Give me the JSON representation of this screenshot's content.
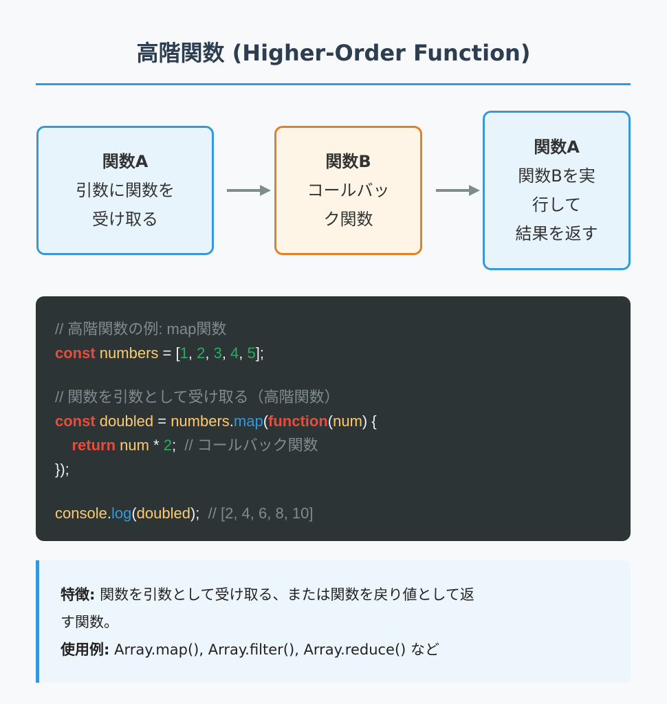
{
  "title": "高階関数 (Higher-Order Function)",
  "flow": [
    {
      "heading": "関数A",
      "lines": [
        "引数に関数を",
        "受け取る"
      ]
    },
    {
      "heading": "関数B",
      "lines": [
        "コールバッ",
        "ク関数"
      ]
    },
    {
      "heading": "関数A",
      "lines": [
        "関数Bを実",
        "行して",
        "結果を返す"
      ]
    }
  ],
  "code": {
    "c1": "// 高階関数の例: map関数",
    "l2": [
      "const",
      " numbers",
      " = [",
      "1",
      ", ",
      "2",
      ", ",
      "3",
      ", ",
      "4",
      ", ",
      "5",
      "];"
    ],
    "c3": "// 関数を引数として受け取る（高階関数）",
    "l4": [
      "const",
      " doubled",
      " = ",
      "numbers",
      ".",
      "map",
      "(",
      "function",
      "(",
      "num",
      ") {"
    ],
    "l5": [
      "    ",
      "return",
      " num",
      " * ",
      "2",
      ";  ",
      "// コールバック関数"
    ],
    "l6": "});",
    "l7": [
      "console",
      ".",
      "log",
      "(",
      "doubled",
      ");  ",
      "// [2, 4, 6, 8, 10]"
    ]
  },
  "info": {
    "feature_label": "特徴:",
    "feature_text": " 関数を引数として受け取る、または関数を戻り値として返",
    "feature_text2": "す関数。",
    "usage_label": "使用例:",
    "usage_text": " Array.map(), Array.filter(), Array.reduce() など"
  }
}
